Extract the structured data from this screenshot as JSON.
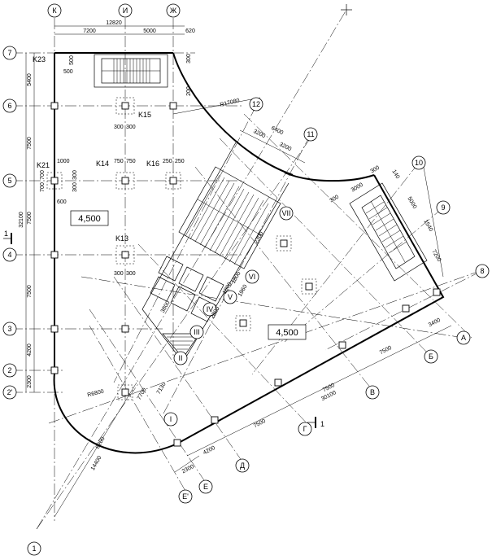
{
  "grid_axes": {
    "top": [
      "К",
      "И",
      "Ж"
    ],
    "left": [
      "7",
      "6",
      "5",
      "4",
      "3",
      "2",
      "2'"
    ],
    "right": [
      "12",
      "11",
      "10",
      "9",
      "8"
    ],
    "diagonal_lower": [
      "А",
      "Б",
      "В",
      "Г",
      "Д",
      "Е",
      "Е'"
    ],
    "roman": [
      "I",
      "II",
      "III",
      "IV",
      "V",
      "VI",
      "VII"
    ],
    "bottom": [
      "1"
    ]
  },
  "dimensions": {
    "top_total": "12820",
    "top_parts": [
      "7200",
      "5000",
      "620"
    ],
    "left_total": "32100",
    "left_parts": [
      "5400",
      "7500",
      "7500",
      "7500",
      "4200",
      "2300"
    ],
    "small": [
      "500",
      "500",
      "300",
      "200",
      "1000",
      "700",
      "700",
      "600",
      "300",
      "300",
      "750",
      "750",
      "250",
      "250"
    ],
    "col_dims": [
      "300",
      "300",
      "300",
      "300"
    ],
    "right_top": [
      "6400",
      "3200",
      "3200"
    ],
    "right_side": [
      "3000",
      "140",
      "5000",
      "1540",
      "7200"
    ],
    "core_dims": [
      "2300",
      "1800",
      "1800",
      "1960",
      "2800"
    ],
    "bottom_diag": [
      "7500",
      "7500",
      "7500",
      "30100",
      "4200",
      "2300",
      "3400"
    ],
    "misc": [
      "7130",
      "14400",
      "8200",
      "7700",
      "3800",
      "300",
      "300"
    ],
    "radius_top": "R17080",
    "radius_bottom": "R6800"
  },
  "column_marks": [
    "K23",
    "K15",
    "K21",
    "K14",
    "K16",
    "K13"
  ],
  "areas": [
    "4,500",
    "4,500"
  ],
  "section_marks": [
    "1",
    "1"
  ]
}
